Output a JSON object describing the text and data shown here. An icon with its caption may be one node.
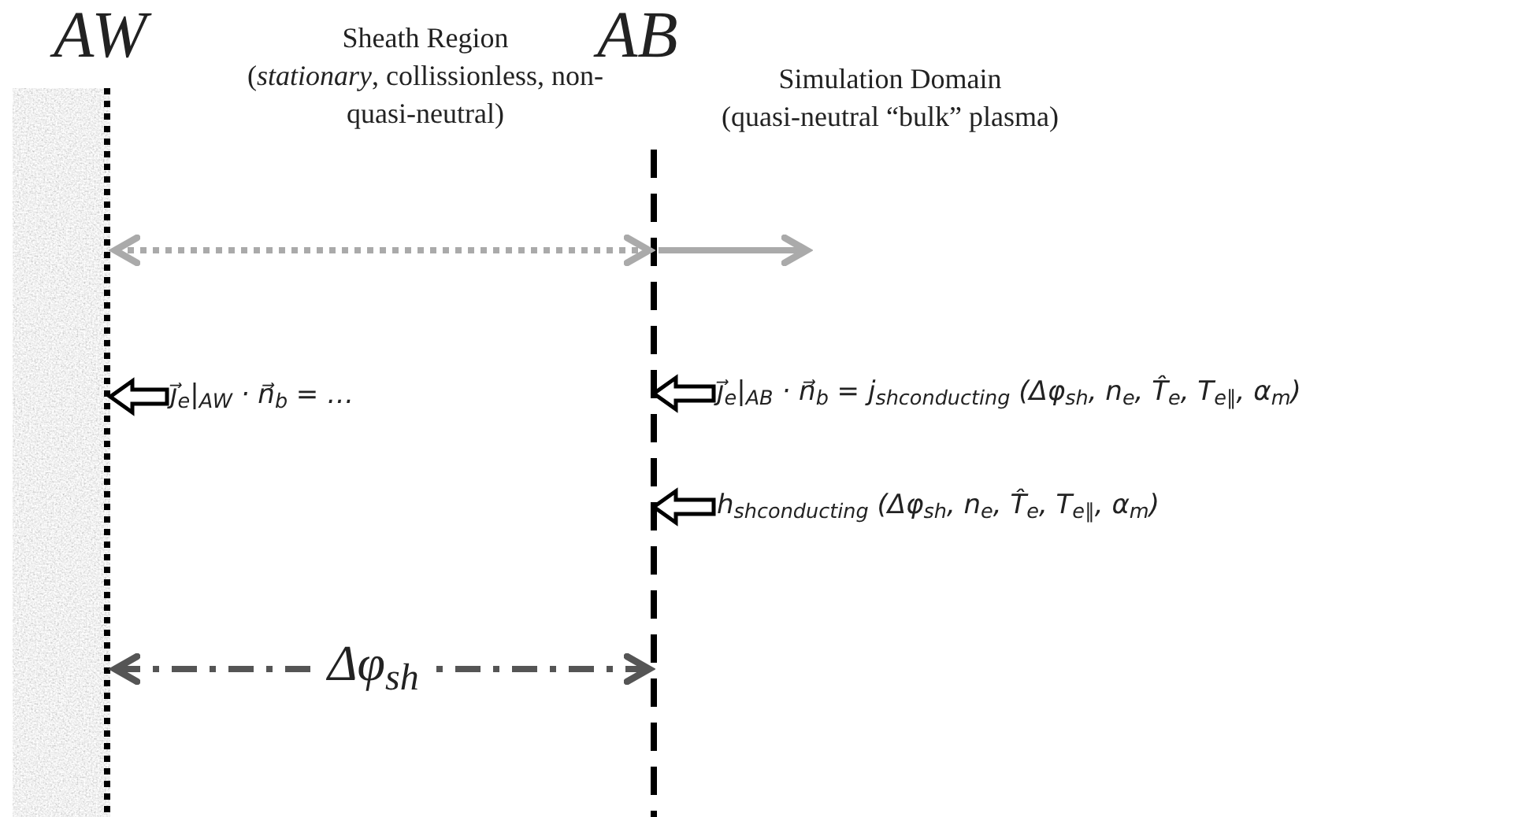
{
  "diagram": {
    "nodes": [
      {
        "text": [
          "AW"
        ]
      },
      {
        "text": [
          "AB"
        ]
      },
      {
        "text": [
          "j⃗$_{e}$|$_{AW}$ · n⃗$_{b}$ = …"
        ]
      },
      {
        "text": [
          "j⃗$_{e}$|$_{AB}$ · n⃗$_{b}$ = j$_{sh}$$_{conducting}$ (Δφ$_{sh}$, n$_{e}$, T̂$_{e}$, T$_{e∥}$, α$_{m}$)"
        ]
      },
      {
        "text": [
          "h$_{sh}$$_{conducting}$ (Δφ$_{sh}$, n$_{e}$, T̂$_{e}$, T$_{e∥}$, α$_{m}$)"
        ]
      }
    ],
    "edges": [
      {
        "from": 0,
        "to": 1,
        "arrow": "both",
        "style": "dashed",
        "color": "#aaaaaa"
      },
      {
        "from": 1,
        "to": null,
        "arrow": "to",
        "color": "#aaaaaa"
      },
      {
        "from": 2,
        "to": 0,
        "arrow": "to",
        "style": "thick",
        "color": "#000000"
      },
      {
        "from": 3,
        "to": 1,
        "arrow": "to",
        "style": "thick",
        "color": "#000000"
      },
      {
        "from": 4,
        "to": 1,
        "arrow": "to",
        "style": "thick",
        "color": "#000000"
      },
      {
        "from": 0,
        "to": 1,
        "arrow": "both",
        "style": "dashed",
        "color": "#555555",
        "label": "Δφ$_{sh}$"
      }
    ],
    "labels": [
      "Sheath Region",
      "(*stationary*, collissionless, non-quasi-neutral)",
      "Simulation Domain",
      "(quasi-neutral “bulk” plasma)"
    ]
  }
}
